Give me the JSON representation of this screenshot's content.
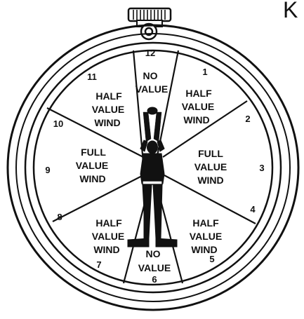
{
  "corner_letter": "K",
  "clock_numbers": [
    "12",
    "1",
    "2",
    "3",
    "4",
    "5",
    "6",
    "7",
    "8",
    "9",
    "10",
    "11"
  ],
  "zones": {
    "top": [
      "NO",
      "VALUE"
    ],
    "upper_right": [
      "HALF",
      "VALUE",
      "WIND"
    ],
    "right": [
      "FULL",
      "VALUE",
      "WIND"
    ],
    "lower_right": [
      "HALF",
      "VALUE",
      "WIND"
    ],
    "bottom": [
      "NO",
      "VALUE"
    ],
    "lower_left": [
      "HALF",
      "VALUE",
      "WIND"
    ],
    "left": [
      "FULL",
      "VALUE",
      "WIND"
    ],
    "upper_left": [
      "HALF",
      "VALUE",
      "WIND"
    ]
  },
  "figure": "soldier-figure",
  "colors": {
    "ink": "#111111",
    "paper": "#ffffff"
  }
}
